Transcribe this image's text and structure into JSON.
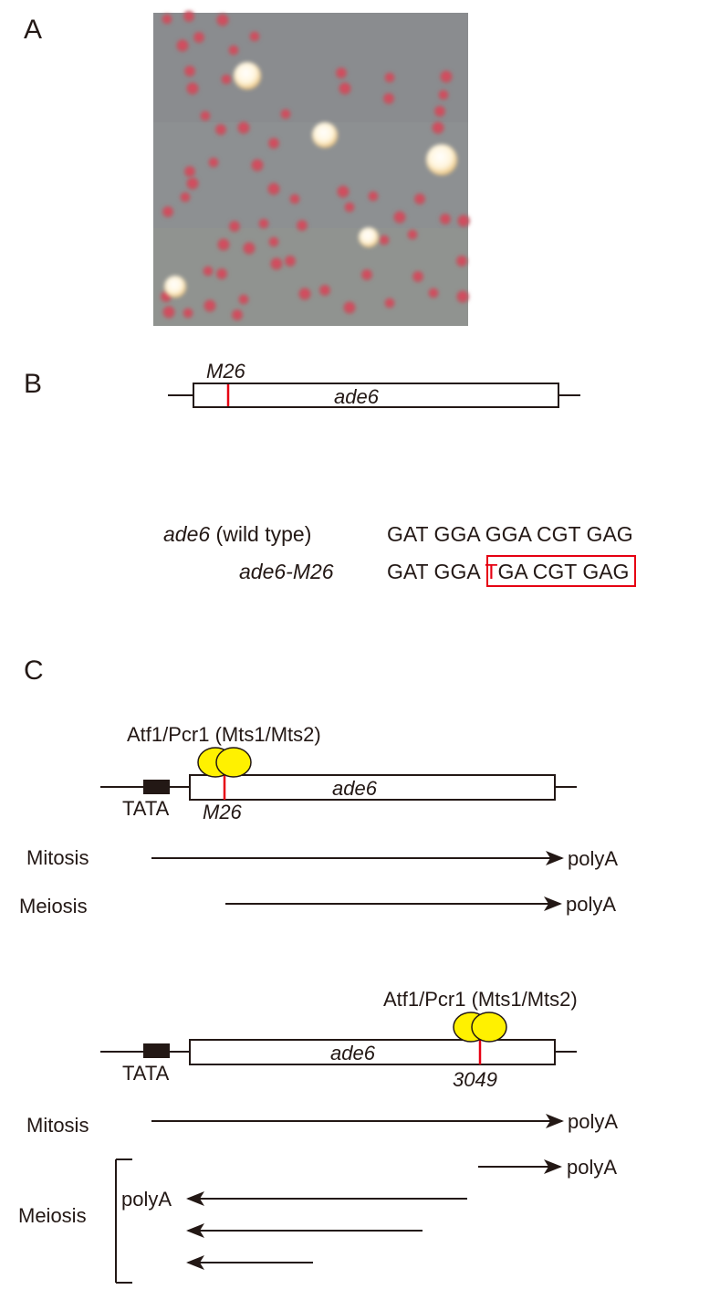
{
  "colors": {
    "line": "#231815",
    "mutation": "#e60012",
    "protein": "#fff100",
    "plate_bg": "#8d9092",
    "red_colony": "#d9566a",
    "white_colony": "#fff8e8"
  },
  "panel_a": {
    "letter": "A"
  },
  "panel_b": {
    "letter": "B",
    "gene": "ade6",
    "mutation": "M26",
    "wt_label": {
      "gene": "ade6",
      "suffix": " (wild type)"
    },
    "mut_label": "ade6-M26",
    "wt_seq": "GAT GGA GGA CGT GAG",
    "mut_seq": {
      "part1": "GAT GG",
      "boxed_a": "A ",
      "boxed_t": "T",
      "boxed_rest": "GA CGT",
      "part3": " GAG"
    }
  },
  "panel_c": {
    "letter": "C",
    "top": {
      "protein_label": "Atf1/Pcr1 (Mts1/Mts2)",
      "gene": "ade6",
      "promoter": "TATA",
      "mutation": "M26",
      "mitosis_label": "Mitosis",
      "meiosis_label": "Meiosis",
      "polya_mitosis": "polyA",
      "polya_meiosis": "polyA"
    },
    "bottom": {
      "protein_label": "Atf1/Pcr1 (Mts1/Mts2)",
      "gene": "ade6",
      "promoter": "TATA",
      "mutation": "3049",
      "mitosis_label": "Mitosis",
      "meiosis_label": "Meiosis",
      "polya_mitosis": "polyA",
      "polya_meiosis_forward": "polyA",
      "polya_meiosis_reverse": "polyA"
    }
  }
}
